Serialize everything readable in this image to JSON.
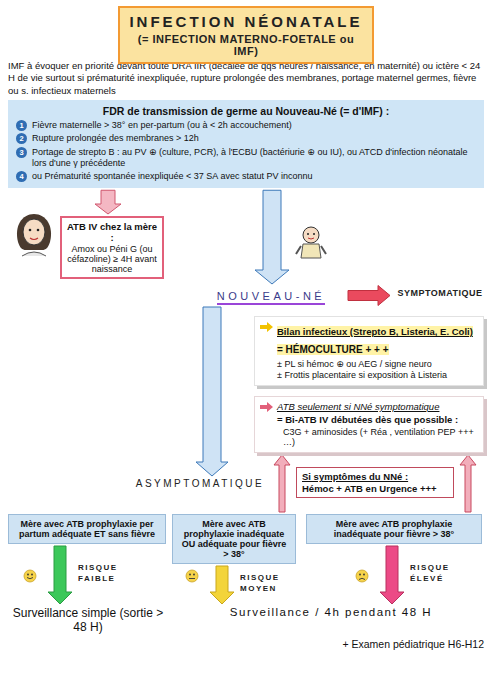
{
  "diagram": {
    "nodes": [
      {
        "text": [
          "INFECTION NÉONATALE",
          "(= INFECTION MATERNO-FOETALE ou IMF)"
        ]
      },
      {
        "text": [
          "FDR de transmission de germe au Nouveau-Né (= d'IMF) :",
          "1",
          "Fièvre maternelle > 38° en per-partum (ou à < 2h accouchement)",
          "2",
          "Rupture prolongée des membranes > 12h",
          "3",
          "Portage de strepto B : au PV ⊕ (culture, PCR), à l'ECBU (bactériurie ⊕ ou IU), ou ATCD d'infection néonatale lors d'une γ précédente",
          "4",
          "ou Prématurité spontanée inexpliquée < 37 SA avec statut PV inconnu"
        ]
      },
      {
        "text": [
          "ATB IV chez la mère :",
          "Amox ou Péni G (ou céfazoline) ≥ 4H avant naissance"
        ]
      },
      {
        "text": [
          "NOUVEAU-NÉ"
        ]
      },
      {
        "text": [
          "SYMPTOMATIQUE"
        ]
      },
      {
        "text": [
          "Bilan infectieux (Strepto B, Listeria, E. Coli)",
          "= HÉMOCULTURE + + +",
          "± PL si hémoc ⊕ ou AEG / signe neuro",
          "± Frottis placentaire si exposition à Listeria"
        ]
      },
      {
        "text": [
          "ATB seulement si NNé symptomatique",
          "= Bi-ATB IV débutées dès que possible :",
          "C3G + aminosides (+ Réa , ventilation PEP +++ …)"
        ]
      },
      {
        "text": [
          "Si symptômes du NNé :",
          "Hémoc + ATB en Urgence +++"
        ]
      },
      {
        "text": [
          "ASYMPTOMATIQUE"
        ]
      },
      {
        "text": [
          "Mère avec ATB prophylaxie per partum adéquate ET sans fièvre"
        ]
      },
      {
        "text": [
          "Mère avec ATB prophylaxie inadéquate OU adéquate pour fièvre > 38°"
        ]
      },
      {
        "text": [
          "Mère avec ATB prophylaxie inadéquate pour fièvre > 38°"
        ]
      },
      {
        "text": [
          "Surveillance simple (sortie > 48 H)"
        ]
      },
      {
        "text": [
          "Surveillance / 4h pendant 48 H"
        ]
      }
    ],
    "edges": [
      {
        "from": 1,
        "to": 2,
        "arrow": "to"
      },
      {
        "from": 1,
        "to": 3,
        "arrow": "to"
      },
      {
        "from": 3,
        "to": 4,
        "arrow": "to"
      },
      {
        "from": 3,
        "to": 8,
        "arrow": "to"
      },
      {
        "from": 10,
        "to": 6,
        "arrow": "to"
      },
      {
        "from": 11,
        "to": 6,
        "arrow": "to"
      },
      {
        "from": 9,
        "to": 12,
        "arrow": "to",
        "label": "RISQUE FAIBLE"
      },
      {
        "from": 10,
        "to": 13,
        "arrow": "to",
        "label": "RISQUE MOYEN"
      },
      {
        "from": 11,
        "to": 13,
        "arrow": "to",
        "label": "RISQUE ÉLEVÉ"
      }
    ],
    "labels": [
      "IMF à évoquer en priorité devant toute DRA IIR (décalée de qqs heures / naissance, en maternité) ou ictère < 24 H de vie surtout si prématurité inexpliquée, rupture prolongée des membranes, portage maternel germes, fièvre ou s. infectieux maternels",
      "+ Examen pédiatrique H6-H12"
    ]
  }
}
